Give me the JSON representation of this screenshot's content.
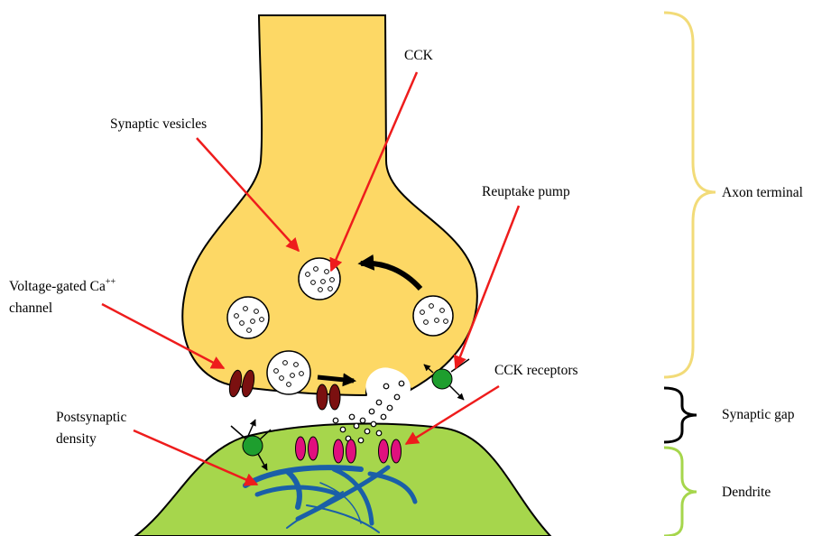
{
  "labels": {
    "cck": "CCK",
    "synaptic_vesicles": "Synaptic vesicles",
    "reuptake_pump": "Reuptake pump",
    "voltage_gated_line1": "Voltage-gated Ca",
    "voltage_gated_sup": "++",
    "voltage_gated_line2": "channel",
    "cck_receptors": "CCK receptors",
    "postsynaptic_line1": "Postsynaptic",
    "postsynaptic_line2": "density",
    "axon_terminal": "Axon terminal",
    "synaptic_gap": "Synaptic gap",
    "dendrite": "Dendrite"
  },
  "colors": {
    "axon_fill": "#FDD865",
    "dendrite_fill": "#A6D64C",
    "outline": "#000000",
    "pointer_arrow": "#EE1C1C",
    "ca_channel": "#7B1010",
    "cck_receptor": "#E0107E",
    "reuptake_pump": "#1E9E2E",
    "cytoskeleton": "#1A5FA8",
    "brace_axon": "#F2DB78",
    "brace_gap": "#000000",
    "brace_dendrite": "#A6D64C"
  }
}
